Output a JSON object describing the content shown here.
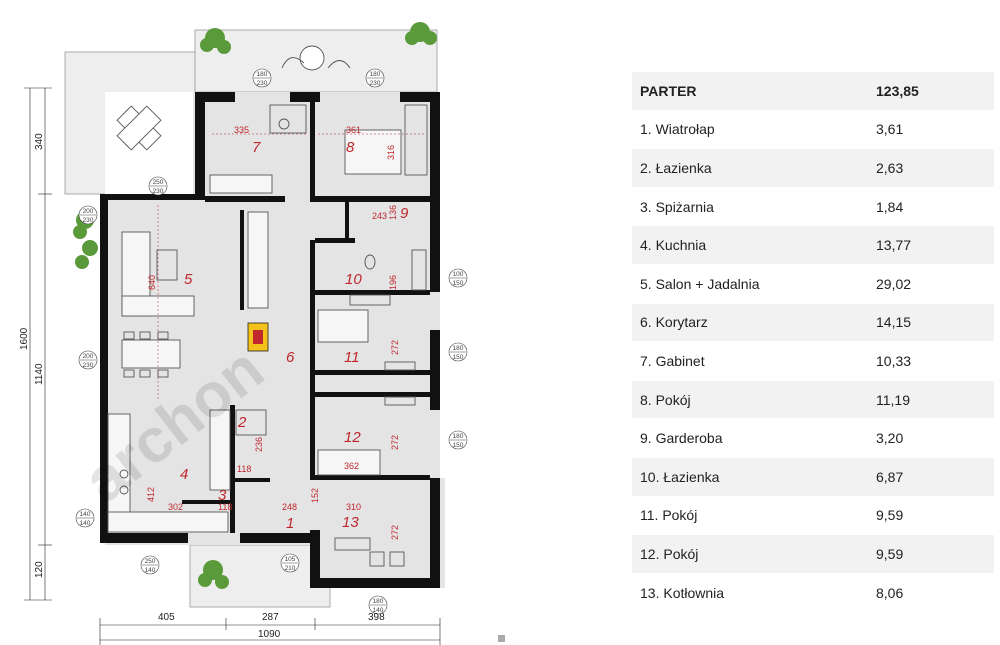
{
  "floor_plan": {
    "rooms": [
      {
        "num": "1"
      },
      {
        "num": "2"
      },
      {
        "num": "3"
      },
      {
        "num": "4"
      },
      {
        "num": "5"
      },
      {
        "num": "6"
      },
      {
        "num": "7"
      },
      {
        "num": "8"
      },
      {
        "num": "9"
      },
      {
        "num": "10"
      },
      {
        "num": "11"
      },
      {
        "num": "12"
      },
      {
        "num": "13"
      }
    ],
    "interior_dims": [
      "335",
      "361",
      "316",
      "243",
      "136",
      "640",
      "196",
      "272",
      "272",
      "362",
      "236",
      "118",
      "412",
      "302",
      "118",
      "248",
      "152",
      "310",
      "272"
    ],
    "outer_dims": {
      "bottom": [
        "405",
        "287",
        "398"
      ],
      "bottom_total": "1090",
      "left_outer": "1600",
      "left_parts": [
        "340",
        "1140",
        "120"
      ]
    },
    "window_labels": [
      {
        "top": "180",
        "bottom": "230"
      },
      {
        "top": "180",
        "bottom": "230"
      },
      {
        "top": "250",
        "bottom": "230"
      },
      {
        "top": "200",
        "bottom": "230"
      },
      {
        "top": "200",
        "bottom": "230"
      },
      {
        "top": "100",
        "bottom": "150"
      },
      {
        "top": "180",
        "bottom": "150"
      },
      {
        "top": "180",
        "bottom": "150"
      },
      {
        "top": "140",
        "bottom": "140"
      },
      {
        "top": "250",
        "bottom": "140"
      },
      {
        "top": "105",
        "bottom": "210"
      },
      {
        "top": "180",
        "bottom": "140"
      }
    ],
    "watermark": "archon"
  },
  "area_table": {
    "header": {
      "name": "PARTER",
      "area": "123,85"
    },
    "rows": [
      {
        "name": "1. Wiatrołap",
        "area": "3,61"
      },
      {
        "name": "2. Łazienka",
        "area": "2,63"
      },
      {
        "name": "3. Spiżarnia",
        "area": "1,84"
      },
      {
        "name": "4. Kuchnia",
        "area": "13,77"
      },
      {
        "name": "5. Salon + Jadalnia",
        "area": "29,02"
      },
      {
        "name": "6. Korytarz",
        "area": "14,15"
      },
      {
        "name": "7. Gabinet",
        "area": "10,33"
      },
      {
        "name": "8. Pokój",
        "area": "11,19"
      },
      {
        "name": "9. Garderoba",
        "area": "3,20"
      },
      {
        "name": "10. Łazienka",
        "area": "6,87"
      },
      {
        "name": "11. Pokój",
        "area": "9,59"
      },
      {
        "name": "12. Pokój",
        "area": "9,59"
      },
      {
        "name": "13. Kotłownia",
        "area": "8,06"
      }
    ]
  },
  "colors": {
    "wall": "#111111",
    "floor": "#e4e4e4",
    "plant": "#5a9a3a",
    "fireplace": "#f2c21b",
    "room_number": "#c0272d"
  }
}
